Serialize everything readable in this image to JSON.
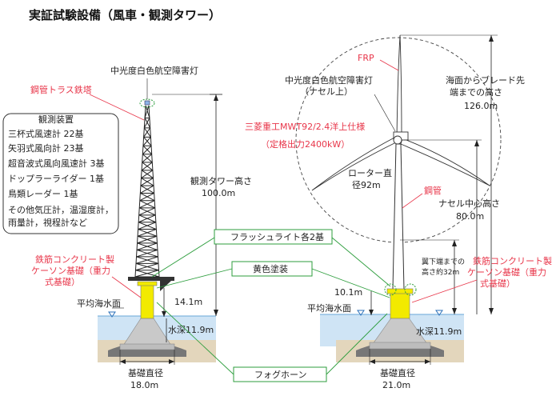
{
  "title": "実証試験設備（風車・観測タワー）",
  "colors": {
    "accent_red": "#e8364a",
    "callout_green": "#2e9e3e",
    "sea": "#cfe4f5",
    "seabed": "#d9c7a6",
    "rubble": "#7a7a7a",
    "caisson_yellow": "#f2ea00",
    "caisson_gray": "#c8c8c8"
  },
  "observation_tower": {
    "label_steel_truss": "鋼管トラス鉄塔",
    "label_aviation_light": "中光度白色航空障害灯",
    "label_height_title": "観測タワー高さ",
    "label_height_value": "100.0m",
    "label_caisson": [
      "鉄筋コンクリート製",
      "ケーソン基礎（重力",
      "式基礎）"
    ],
    "label_sea_level": "平均海水面",
    "label_depth": "水深11.9m",
    "label_dim_top": "14.1m",
    "label_base_title": "基礎直径",
    "label_base_value": "18.0m"
  },
  "instruments": {
    "heading": "観測装置",
    "items": [
      "三杯式風速計 22基",
      "矢羽式風向計 23基",
      "超音波式風向風速計 3基",
      "ドップラーライダー 1基",
      "鳥類レーダー 1基",
      "その他気圧計，温湿度計，",
      "雨量計，視程計など"
    ]
  },
  "callouts": {
    "flash_light": "フラッシュライト各2基",
    "yellow_paint": "黄色塗装",
    "fog_horn": "フォグホーン"
  },
  "wind_turbine": {
    "label_frp": "FRP",
    "label_aviation_light": [
      "中光度白色航空障害灯",
      "（ナセル上）"
    ],
    "label_model": [
      "三菱重工MWT92/2.4洋上仕様",
      "（定格出力2400kW）"
    ],
    "label_rotor": [
      "ローター直",
      "径92m"
    ],
    "label_steel_pipe": "鋼管",
    "label_blade_tip": [
      "海面からブレード先",
      "端までの高さ"
    ],
    "label_blade_tip_value": "126.0m",
    "label_nacelle_height": [
      "ナセル中心高さ"
    ],
    "label_nacelle_height_value": "80.0m",
    "label_blade_clearance": [
      "翼下端までの",
      "高さ約32m"
    ],
    "label_caisson": [
      "鉄筋コンクリート製",
      "ケーソン基礎（重力",
      "式基礎）"
    ],
    "label_sea_level": "平均海水面",
    "label_depth": "水深11.9m",
    "label_dim_top": "10.1m",
    "label_base_title": "基礎直径",
    "label_base_value": "21.0m"
  }
}
